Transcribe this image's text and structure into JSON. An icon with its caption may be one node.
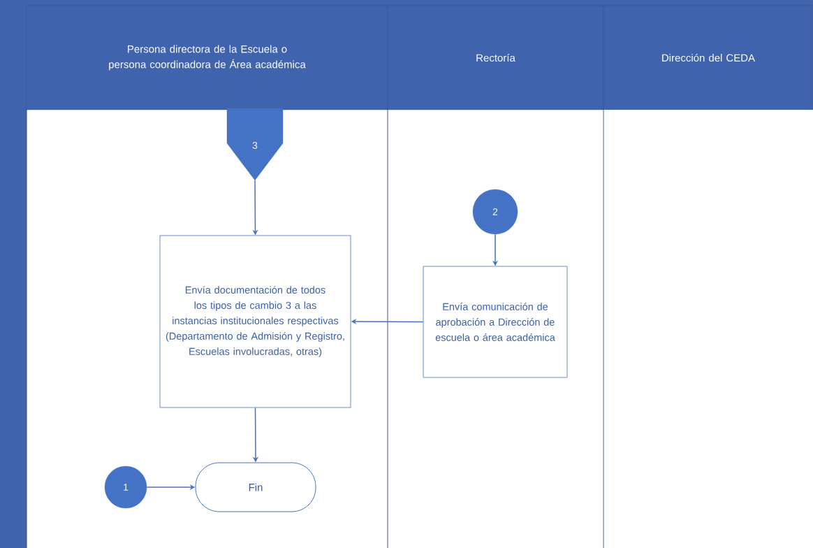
{
  "diagram": {
    "nodes": [
      {
        "text": [
          "Persona directora de la Escuela o persona coordinadora de Área académica"
        ]
      },
      {
        "text": [
          "Rectoría"
        ]
      },
      {
        "text": [
          "Dirección del CEDA"
        ]
      },
      {
        "text": [
          "3"
        ]
      },
      {
        "text": [
          "Envía documentación de todos los tipos de cambio 3 a las instancias institucionales respectivas (Departamento de Admisión y Registro, Escuelas involucradas, otras)"
        ]
      },
      {
        "text": [
          "2"
        ]
      },
      {
        "text": [
          "Envía comunicación de aprobación a Dirección de escuela o área académica"
        ]
      },
      {
        "text": [
          "1"
        ]
      },
      {
        "text": [
          "Fin"
        ]
      }
    ],
    "edges": [
      {
        "from": 3,
        "to": 4,
        "arrow": "to"
      },
      {
        "from": 5,
        "to": 6,
        "arrow": "to"
      },
      {
        "from": 6,
        "to": 4,
        "arrow": "to"
      },
      {
        "from": 4,
        "to": 8,
        "arrow": "to"
      },
      {
        "from": 7,
        "to": 8,
        "arrow": "to"
      }
    ]
  }
}
